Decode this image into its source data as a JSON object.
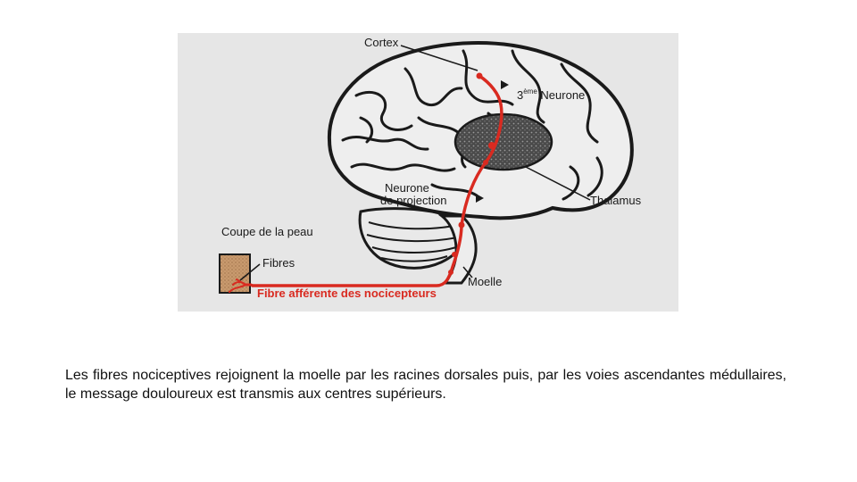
{
  "figure": {
    "labels": {
      "cortex": "Cortex",
      "third_neuron_prefix": "3",
      "third_neuron_sup": "ème",
      "third_neuron_word": "Neurone",
      "projection_line1": "Neurone",
      "projection_line2": "de projection",
      "thalamus": "Thalamus",
      "skin_section": "Coupe de la peau",
      "fibres": "Fibres",
      "spinal_cord": "Moelle",
      "afferent_fiber": "Fibre afférente des nocicepteurs"
    },
    "colors": {
      "background": "#e6e6e6",
      "pathway": "#d92a20",
      "outline": "#1a1a1a",
      "skin": "#c89a6e",
      "thalamus_fill": "#3a3a3a"
    }
  },
  "caption": "Les fibres nociceptives rejoignent la moelle par les racines dorsales puis, par les voies ascendantes médullaires, le message douloureux est transmis aux centres supérieurs."
}
